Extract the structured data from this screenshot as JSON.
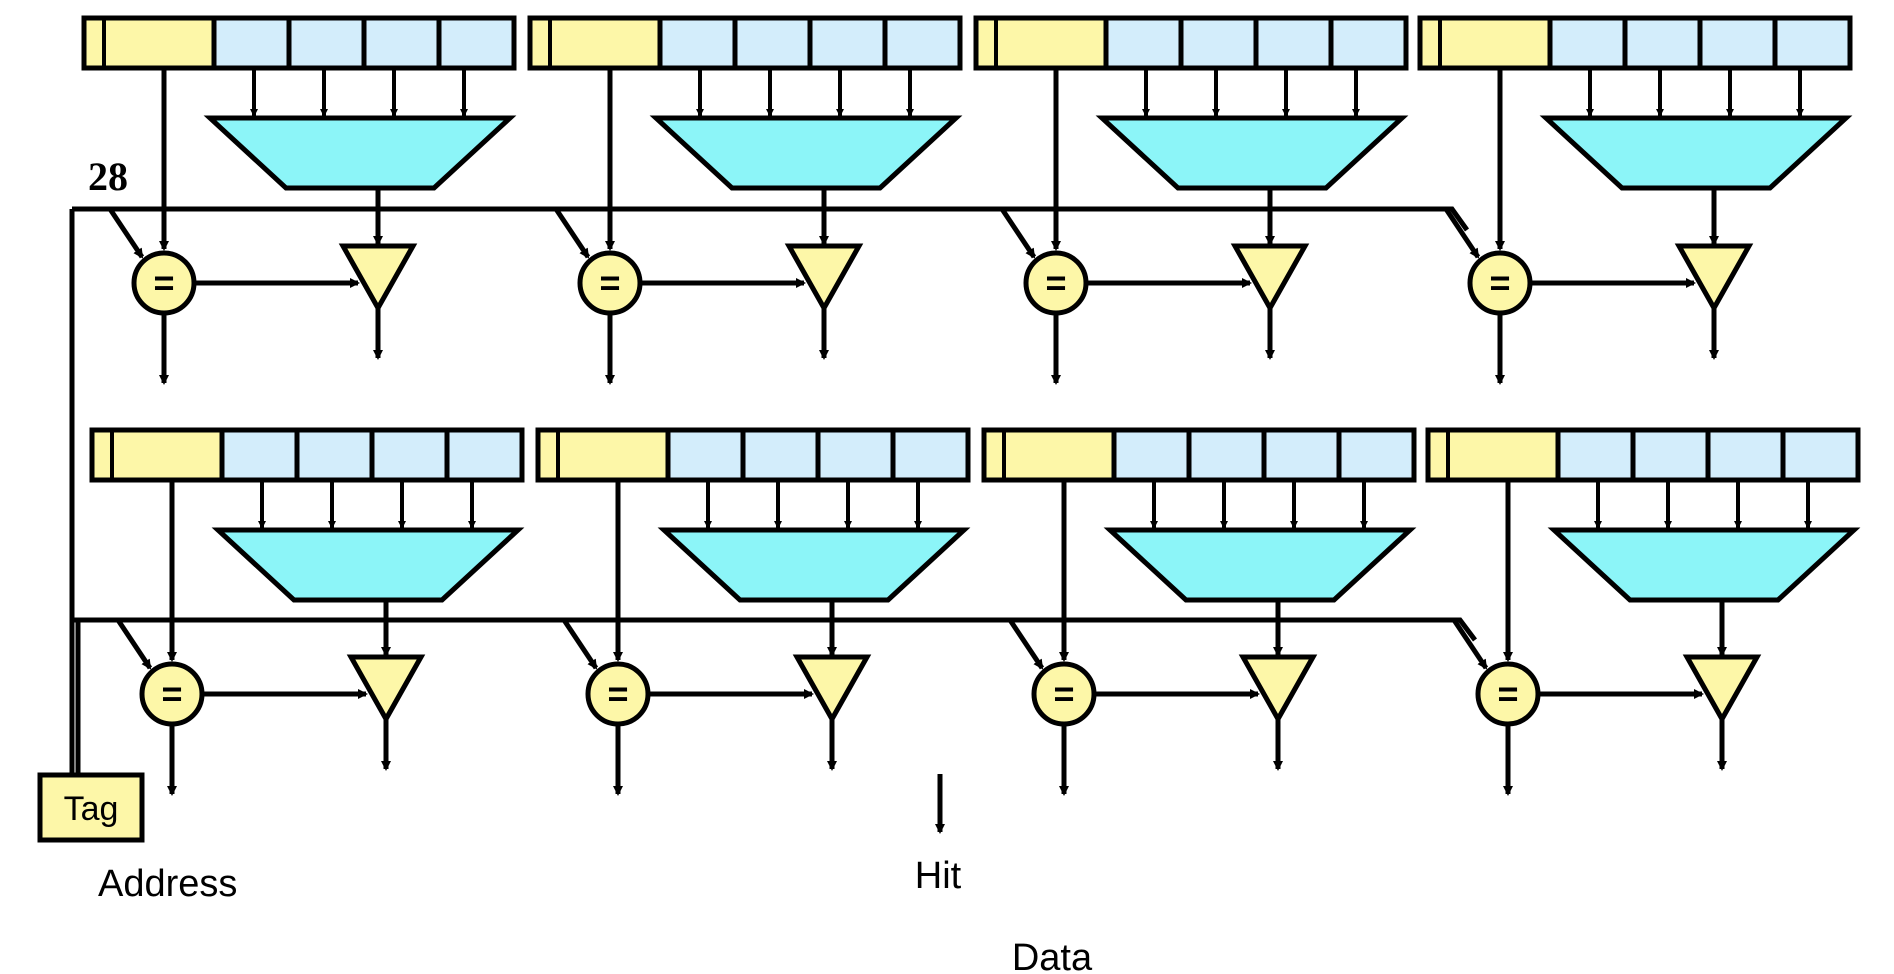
{
  "labels": {
    "bit_width": "28",
    "tag": "Tag",
    "address": "Address",
    "hit": "Hit",
    "data": "Data",
    "comparator_symbol": "="
  },
  "structure": {
    "rows": 2,
    "ways_per_row": 4,
    "words_per_line": 4
  },
  "colors": {
    "tag_field": "#fdf7a8",
    "data_field": "#d3edfb",
    "mux": "#8cf5f8",
    "comparator": "#fdf7a8",
    "buffer": "#fdf7a8",
    "line": "#000000",
    "background": "#ffffff"
  }
}
